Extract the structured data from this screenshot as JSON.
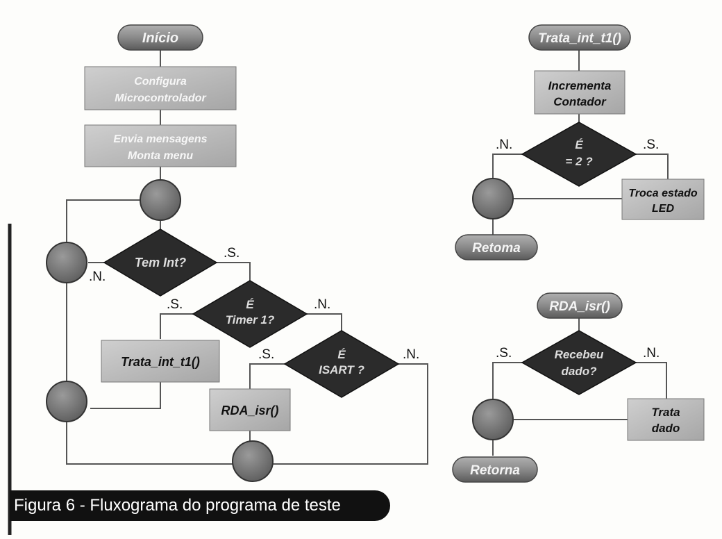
{
  "caption": "Figura 6 - Fluxograma do programa de teste",
  "main": {
    "start": "Início",
    "config_1": "Configura",
    "config_2": "Microcontrolador",
    "msgs_1": "Envia mensagens",
    "msgs_2": "Monta menu",
    "decision_int": "Tem Int?",
    "decision_timer_1": "É",
    "decision_timer_2": "Timer 1?",
    "decision_usart_1": "É",
    "decision_usart_2": "ISART ?",
    "proc_timer": "Trata_int_t1()",
    "proc_rda": "RDA_isr()",
    "yes": ".S.",
    "no": ".N."
  },
  "timer_routine": {
    "start": "Trata_int_t1()",
    "inc_1": "Incrementa",
    "inc_2": "Contador",
    "decision_1": "É",
    "decision_2": "= 2 ?",
    "toggle_1": "Troca estado",
    "toggle_2": "LED",
    "end": "Retoma",
    "yes": ".S.",
    "no": ".N."
  },
  "rda_routine": {
    "start": "RDA_isr()",
    "decision_1": "Recebeu",
    "decision_2": "dado?",
    "treat_1": "Trata",
    "treat_2": "dado",
    "end": "Retorna",
    "yes": ".S.",
    "no": ".N."
  },
  "colors": {
    "terminal": "#8a8a8a",
    "process": "#b9b9b9",
    "decision": "#2b2b2b",
    "connector": "#6f6f6f"
  }
}
